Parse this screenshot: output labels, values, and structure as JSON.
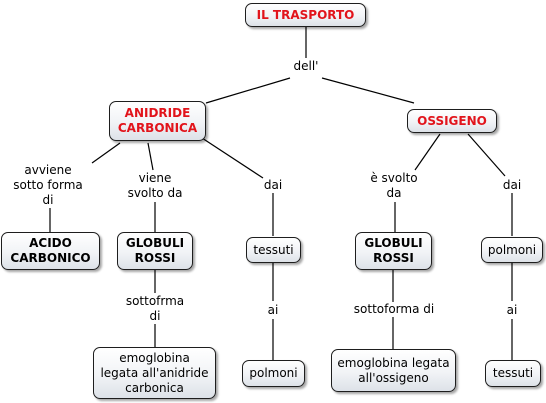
{
  "nodes": {
    "root": "IL TRASPORTO",
    "anidride": "ANIDRIDE\nCARBONICA",
    "ossigeno": "OSSIGENO",
    "acido": "ACIDO\nCARBONICO",
    "globuli_left": "GLOBULI\nROSSI",
    "tessuti_top": "tessuti",
    "globuli_right": "GLOBULI\nROSSI",
    "polmoni_top": "polmoni",
    "emoglobina_anidride": "emoglobina\nlegata all'anidride\ncarbonica",
    "polmoni_bottom": "polmoni",
    "emoglobina_ossigeno": "emoglobina legata\nall'ossigeno",
    "tessuti_bottom": "tessuti"
  },
  "links": {
    "dell": "dell'",
    "avviene": "avviene\nsotto forma\ndi",
    "viene_svolto": "viene\nsvolto da",
    "dai_left": "dai",
    "ai_left": "ai",
    "sottofrma": "sottofrma\ndi",
    "e_svolto": "è svolto\nda",
    "dai_right": "dai",
    "sottoforma": "sottoforma di",
    "ai_right": "ai"
  },
  "colors": {
    "red_text": "#e2141b",
    "border": "#1e1e1e",
    "line": "#000000"
  }
}
